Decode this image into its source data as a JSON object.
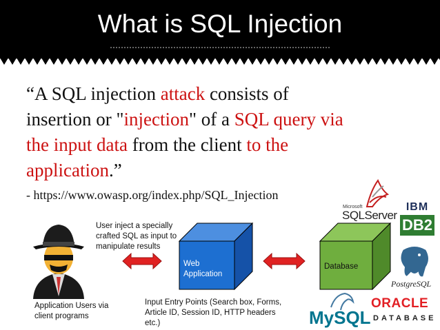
{
  "slide": {
    "title": "What is SQL Injection",
    "quote": {
      "open": "“A SQL injection ",
      "attack": "attack",
      "mid1": " consists of insertion or \"",
      "injection": "injection",
      "mid2": "\" of a ",
      "sql_query": "SQL query via the input data",
      "mid3": " from the client ",
      "to_app": "to the application",
      "close": ".”"
    },
    "source": "- https://www.owasp.org/index.php/SQL_Injection"
  },
  "diagram": {
    "attacker_note": "User inject a specially crafted SQL as input to manipulate results",
    "users_label": "Application Users via client programs",
    "web_app_label": "Web Application",
    "database_label": "Database",
    "input_points": "Input Entry Points (Search box, Forms, Article ID, Session ID, HTTP headers etc.)"
  },
  "logos": {
    "sqlserver_small": "Microsoft",
    "sqlserver": "SQLServer",
    "ibm": "IBM",
    "db2": "DB2",
    "postgres": "PostgreSQL",
    "mysql": "MySQL",
    "oracle": "ORACLE",
    "oracle_sub": "DATABASE"
  },
  "colors": {
    "accent_red": "#cc1111",
    "web_box": "#1d6fd1",
    "db_box": "#6fae3e"
  }
}
